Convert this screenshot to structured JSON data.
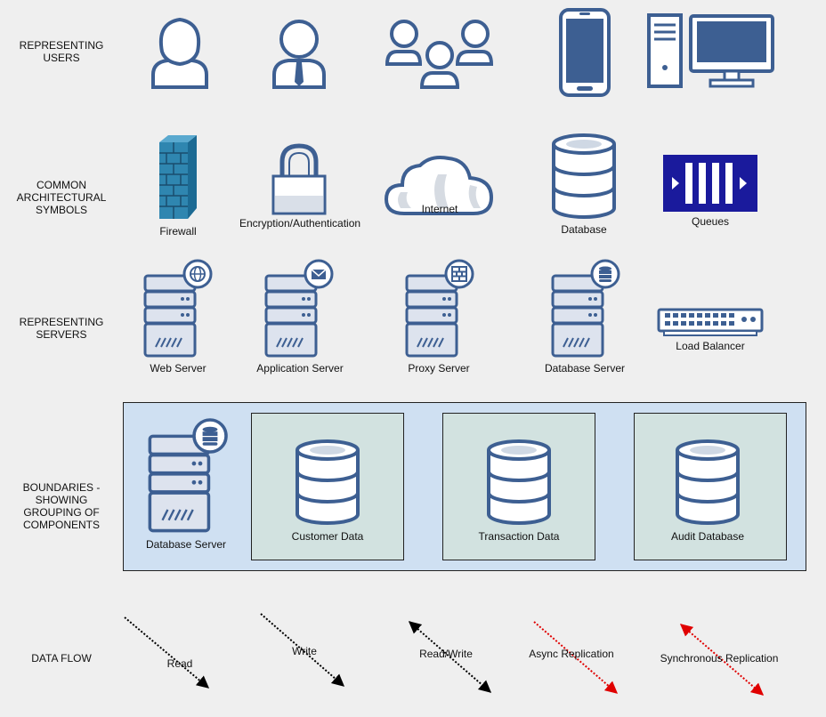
{
  "rows": {
    "users": "REPRESENTING\nUSERS",
    "architecture": "COMMON\nARCHITECTURAL\nSYMBOLS",
    "servers": "REPRESENTING\nSERVERS",
    "boundaries": "BOUNDARIES -\nSHOWING\nGROUPING OF\nCOMPONENTS",
    "dataflow": "DATA FLOW"
  },
  "symbols": {
    "firewall": "Firewall",
    "encryption": "Encryption/Authentication",
    "internet": "Internet",
    "database": "Database",
    "queues": "Queues"
  },
  "servers": {
    "web": "Web Server",
    "application": "Application Server",
    "proxy": "Proxy Server",
    "database": "Database Server",
    "load_balancer": "Load Balancer"
  },
  "boundaries": {
    "server": "Database Server",
    "customer": "Customer Data",
    "transaction": "Transaction Data",
    "audit": "Audit Database"
  },
  "flows": {
    "read": "Read",
    "write": "Write",
    "readwrite": "Read/Write",
    "async": "Async Replication",
    "sync": "Synchronous Replication"
  },
  "colors": {
    "icon_stroke": "#3d5f92",
    "icon_fill": "#ffffff",
    "server_fill": "#dde3ee",
    "queue_fill": "#1a1a9c",
    "firewall_fill": "#2f86b0",
    "flow_black": "#000000",
    "flow_red": "#e00000"
  },
  "icons": [
    "female-user-icon",
    "male-user-icon",
    "user-group-icon",
    "mobile-phone-icon",
    "desktop-computer-icon",
    "firewall-icon",
    "padlock-icon",
    "cloud-icon",
    "database-icon",
    "queue-icon",
    "web-server-icon",
    "application-server-icon",
    "proxy-server-icon",
    "database-server-icon",
    "load-balancer-icon"
  ]
}
